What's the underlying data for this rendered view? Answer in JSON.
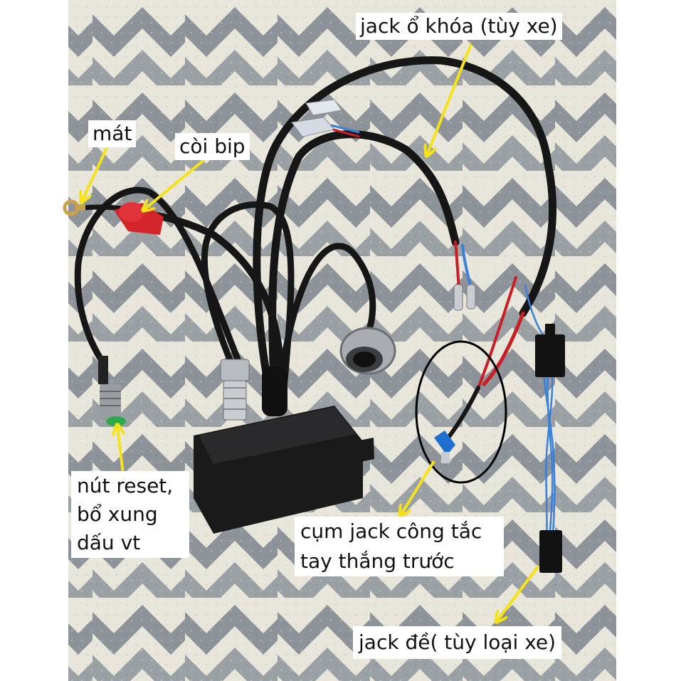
{
  "labels": {
    "jack_o_khoa": "jack ổ khóa (tùy xe)",
    "mat": "mát",
    "coi_bip": "còi bip",
    "nut_reset_1": "nút reset,",
    "nut_reset_2": "bổ xung",
    "nut_reset_3": "dấu vt",
    "cum_jack_1": "cụm jack công tắc",
    "cum_jack_2": "tay thắng trước",
    "jack_de": "jack đề( tùy loại xe)"
  },
  "colors": {
    "arrow": "#f5e21a",
    "cable": "#161616",
    "carpet_light": "#e9e6dc",
    "carpet_dark": "#8f959a",
    "red_cap": "#d2242a",
    "blue_wire": "#3a7fd8",
    "ellipse": "#000000"
  }
}
